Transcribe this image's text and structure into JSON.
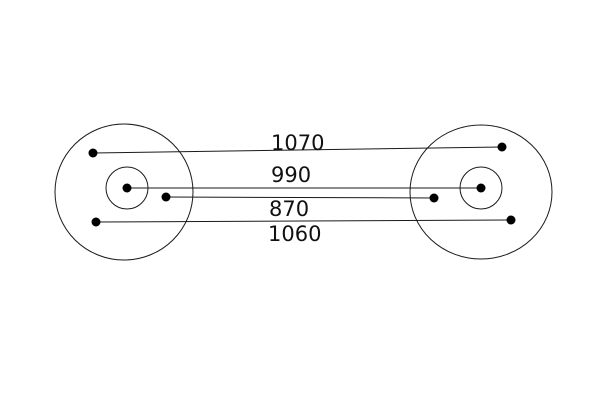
{
  "diagram": {
    "connections": [
      {
        "id": "outer-top",
        "label": "1070"
      },
      {
        "id": "center",
        "label": "990"
      },
      {
        "id": "inner",
        "label": "870"
      },
      {
        "id": "outer-bottom",
        "label": "1060"
      }
    ]
  }
}
